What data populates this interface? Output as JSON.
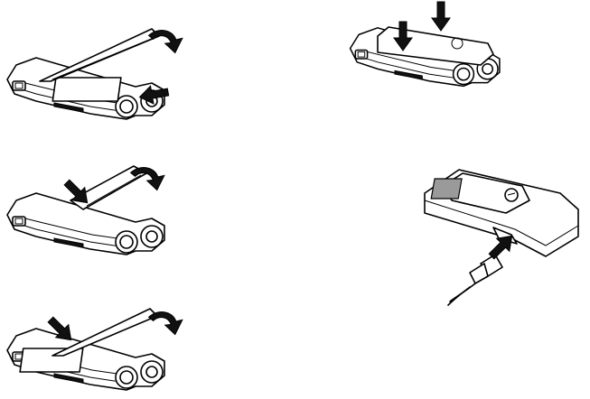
{
  "figure": {
    "background": "#ffffff",
    "ink": "#000000",
    "panels": [
      {
        "id": "remove-cover",
        "icons": [
          "phone-back-icon",
          "battery-cover-icon",
          "lift-arrow-icon",
          "push-arrow-icon"
        ]
      },
      {
        "id": "remove-battery",
        "icons": [
          "phone-back-icon",
          "battery-icon",
          "press-arrow-icon",
          "lift-arrow-icon"
        ]
      },
      {
        "id": "insert-battery",
        "icons": [
          "phone-back-icon",
          "battery-icon",
          "press-arrow-icon",
          "lift-arrow-icon"
        ]
      },
      {
        "id": "replace-cover",
        "icons": [
          "phone-back-icon",
          "battery-cover-icon",
          "press-arrow-icon"
        ]
      },
      {
        "id": "connect-charger",
        "icons": [
          "flip-phone-icon",
          "charger-plug-icon",
          "cable-icon",
          "insert-arrow-icon"
        ]
      }
    ]
  }
}
